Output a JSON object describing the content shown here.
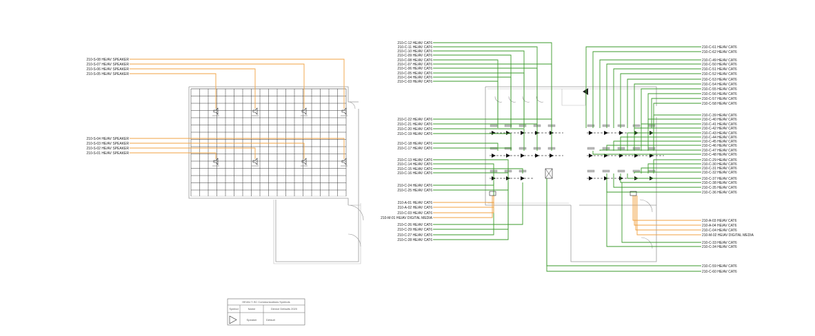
{
  "colors": {
    "speaker": "#f0a040",
    "cat6": "#3a9a2a",
    "media": "#f0a040",
    "wall": "#999999",
    "grid": "#333333"
  },
  "left_labels": [
    "210-S-08  HE/AV  SPEAKER",
    "210-S-07  HE/AV  SPEAKER",
    "210-S-06  HE/AV  SPEAKER",
    "210-S-05  HE/AV  SPEAKER",
    "210-S-04  HE/AV  SPEAKER",
    "210-S-03  HE/AV  SPEAKER",
    "210-S-02  HE/AV  SPEAKER",
    "210-S-01  HE/AV  SPEAKER"
  ],
  "right_left_labels": [
    "210-C-12  HE/AV  CAT6",
    "210-C-11  HE/AV  CAT6",
    "210-C-10  HE/AV  CAT6",
    "210-C-09  HE/AV  CAT6",
    "210-C-08  HE/AV  CAT6",
    "210-C-07  HE/AV  CAT6",
    "210-C-06  HE/AV  CAT6",
    "210-C-05  HE/AV  CAT6",
    "210-C-04  HE/AV  CAT6",
    "210-C-03  HE/AV  CAT6",
    "210-C-22  HE/AV  CAT6",
    "210-C-21  HE/AV  CAT6",
    "210-C-20  HE/AV  CAT6",
    "210-C-19  HE/AV  CAT6",
    "210-C-18  HE/AV  CAT6",
    "210-C-17  HE/AV  CAT6",
    "210-C-13  HE/AV  CAT6",
    "210-C-14  HE/AV  CAT6",
    "210-C-15  HE/AV  CAT6",
    "210-C-16  HE/AV  CAT6",
    "210-C-24  HE/AV  CAT6",
    "210-C-25  HE/AV  CAT6",
    "210-A-01  HE/AV  CAT6",
    "210-A-02  HE/AV  CAT6",
    "210-C-03  HE/AV  CAT6",
    "210-M-01  HE/AV  DIGITAL MEDIA",
    "210-C-26  HE/AV  CAT6",
    "210-C-29  HE/AV  CAT6",
    "210-C-27  HE/AV  CAT6",
    "210-C-28  HE/AV  CAT6"
  ],
  "right_right_labels": [
    "210-C-61  HE/AV  CAT6",
    "210-C-62  HE/AV  CAT6",
    "210-C-49  HE/AV  CAT6",
    "210-C-50  HE/AV  CAT6",
    "210-C-51  HE/AV  CAT6",
    "210-C-52  HE/AV  CAT6",
    "210-C-53  HE/AV  CAT6",
    "210-C-54  HE/AV  CAT6",
    "210-C-55  HE/AV  CAT6",
    "210-C-56  HE/AV  CAT6",
    "210-C-57  HE/AV  CAT6",
    "210-C-58  HE/AV  CAT6",
    "210-C-39  HE/AV  CAT6",
    "210-C-40  HE/AV  CAT6",
    "210-C-41  HE/AV  CAT6",
    "210-C-42  HE/AV  CAT6",
    "210-C-43  HE/AV  CAT6",
    "210-C-44  HE/AV  CAT6",
    "210-C-45  HE/AV  CAT6",
    "210-C-46  HE/AV  CAT6",
    "210-C-47  HE/AV  CAT6",
    "210-C-48  HE/AV  CAT6",
    "210-C-29  HE/AV  CAT6",
    "210-C-30  HE/AV  CAT6",
    "210-C-31  HE/AV  CAT6",
    "210-C-32  HE/AV  CAT6",
    "210-C-37  HE/AV  CAT6",
    "210-C-38  HE/AV  CAT6",
    "210-C-35  HE/AV  CAT6",
    "210-C-36  HE/AV  CAT6",
    "210-A-03  HE/AV  CAT6",
    "210-A-04  HE/AV  CAT6",
    "210-C-04  HE/AV  CAT6",
    "210-M-02  HE/AV  DIGITAL MEDIA",
    "210-C-33  HE/AV  CAT6",
    "210-C-34  HE/AV  CAT6",
    "210-C-59  HE/AV  CAT6",
    "210-C-60  HE/AV  CAT6"
  ],
  "legend": {
    "title": "HE/AV-T-SC Communications Symbols",
    "headers": [
      "Symbol",
      "Name",
      "Device Defaults 2020"
    ],
    "row": [
      "",
      "Speaker",
      "Default"
    ]
  }
}
